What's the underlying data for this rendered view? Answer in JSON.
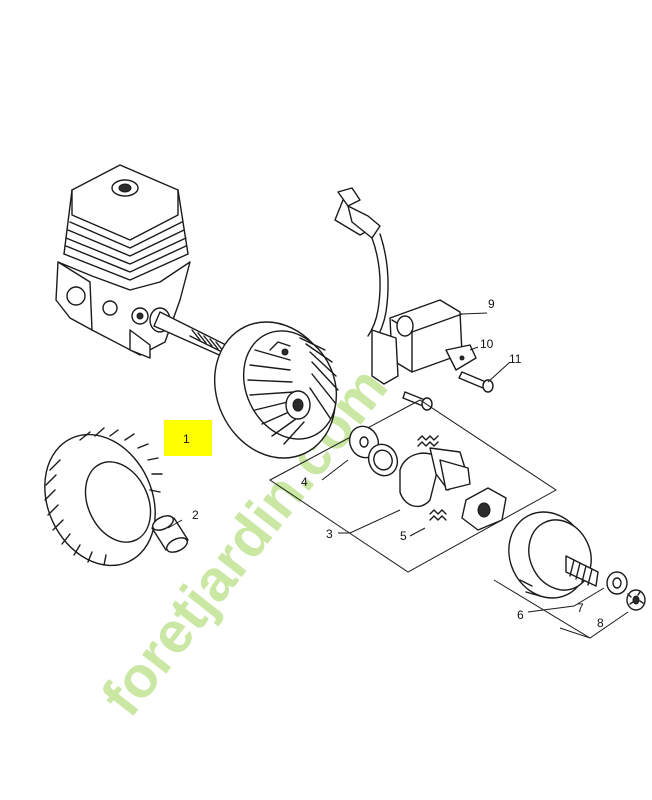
{
  "watermark": {
    "brand_text": "foretjardin.com",
    "color_green": "#c8e6a0",
    "color_orange": "#f7c89a",
    "color_gray": "#c9c2b6"
  },
  "highlight_color": "#ffff00",
  "callouts": [
    {
      "id": "1",
      "label": "1",
      "highlighted": true
    },
    {
      "id": "2",
      "label": "2"
    },
    {
      "id": "3",
      "label": "3"
    },
    {
      "id": "4",
      "label": "4"
    },
    {
      "id": "5",
      "label": "5"
    },
    {
      "id": "6",
      "label": "6"
    },
    {
      "id": "7",
      "label": "7"
    },
    {
      "id": "8",
      "label": "8"
    },
    {
      "id": "9",
      "label": "9"
    },
    {
      "id": "10",
      "label": "10"
    },
    {
      "id": "11",
      "label": "11"
    }
  ]
}
